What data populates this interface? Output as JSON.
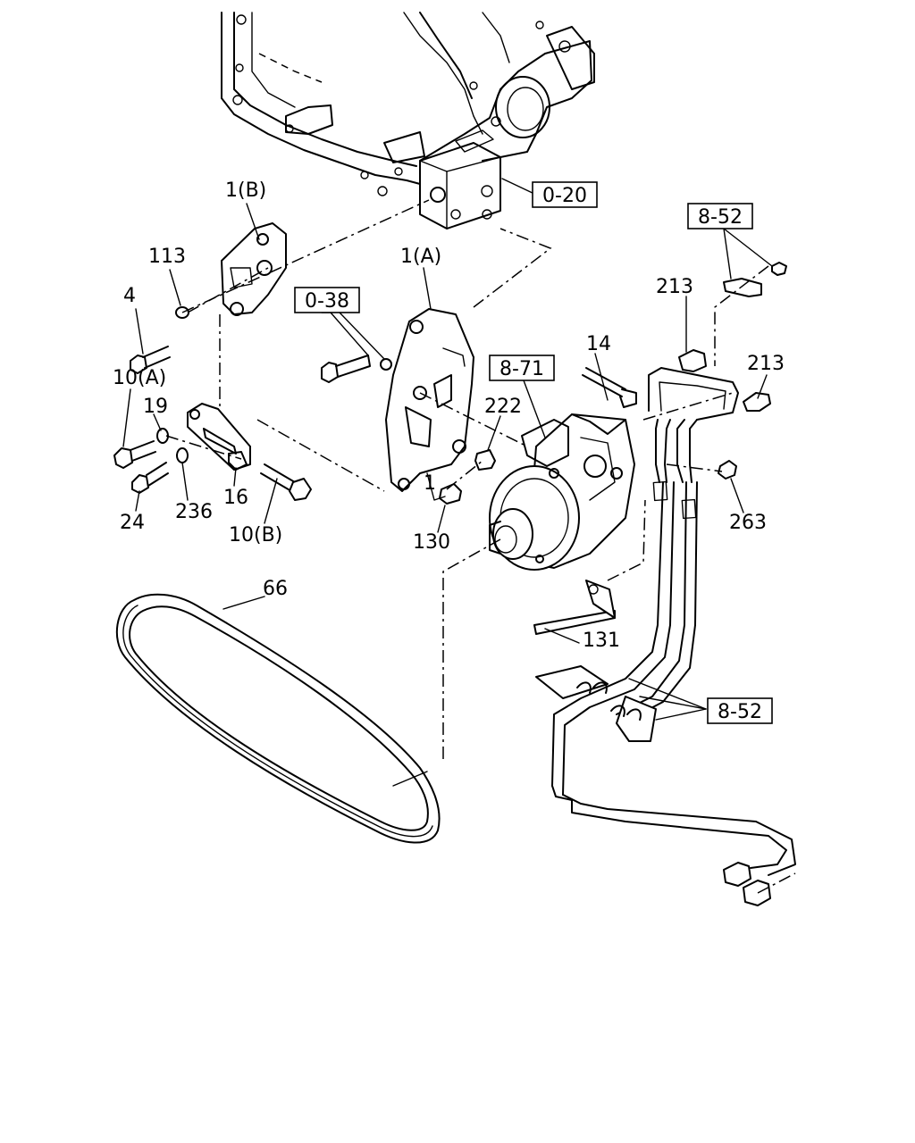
{
  "labels": {
    "p1b": "1(B)",
    "p113": "113",
    "p4": "4",
    "p1a": "1(A)",
    "p10a": "10(A)",
    "p19": "19",
    "p24": "24",
    "p236": "236",
    "p16": "16",
    "p10b": "10(B)",
    "p222": "222",
    "p1": "1",
    "p130": "130",
    "p14": "14",
    "p213a": "213",
    "p213b": "213",
    "p263": "263",
    "p66": "66",
    "p131": "131"
  },
  "references": {
    "r020": "0-20",
    "r038": "0-38",
    "r871": "8-71",
    "r852top": "8-52",
    "r852bottom": "8-52"
  }
}
